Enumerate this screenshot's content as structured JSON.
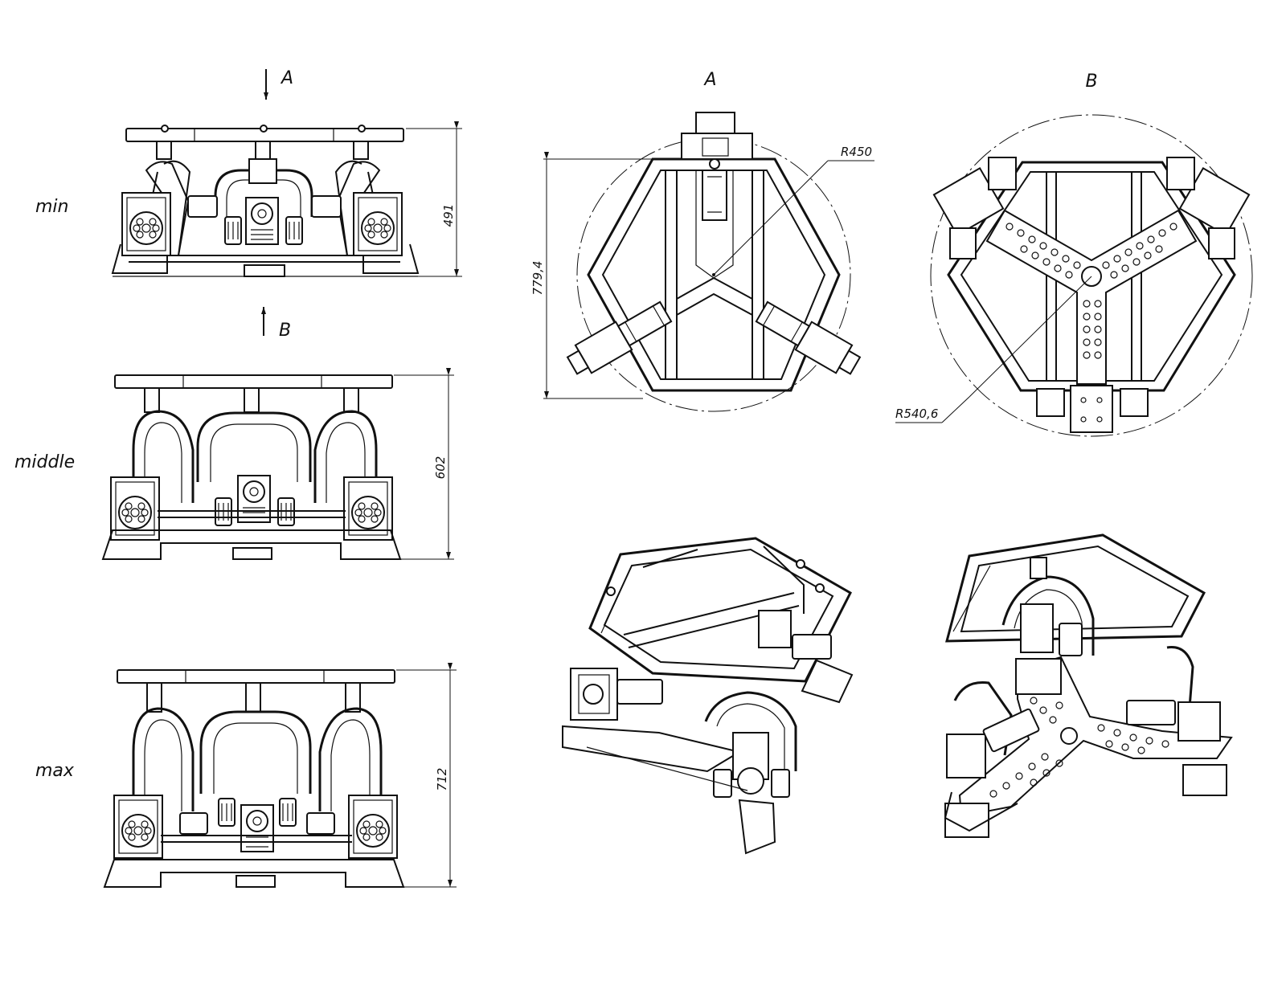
{
  "view_labels": {
    "view_a": "A",
    "view_b": "B"
  },
  "arrow_labels": {
    "arrow_a": "A",
    "arrow_b": "B"
  },
  "states": [
    {
      "label": "min",
      "height": "491"
    },
    {
      "label": "middle",
      "height": "602"
    },
    {
      "label": "max",
      "height": "712"
    }
  ],
  "dimensions": {
    "frame_height": "779,4",
    "radius_a": "R450",
    "radius_b": "R540,6"
  }
}
